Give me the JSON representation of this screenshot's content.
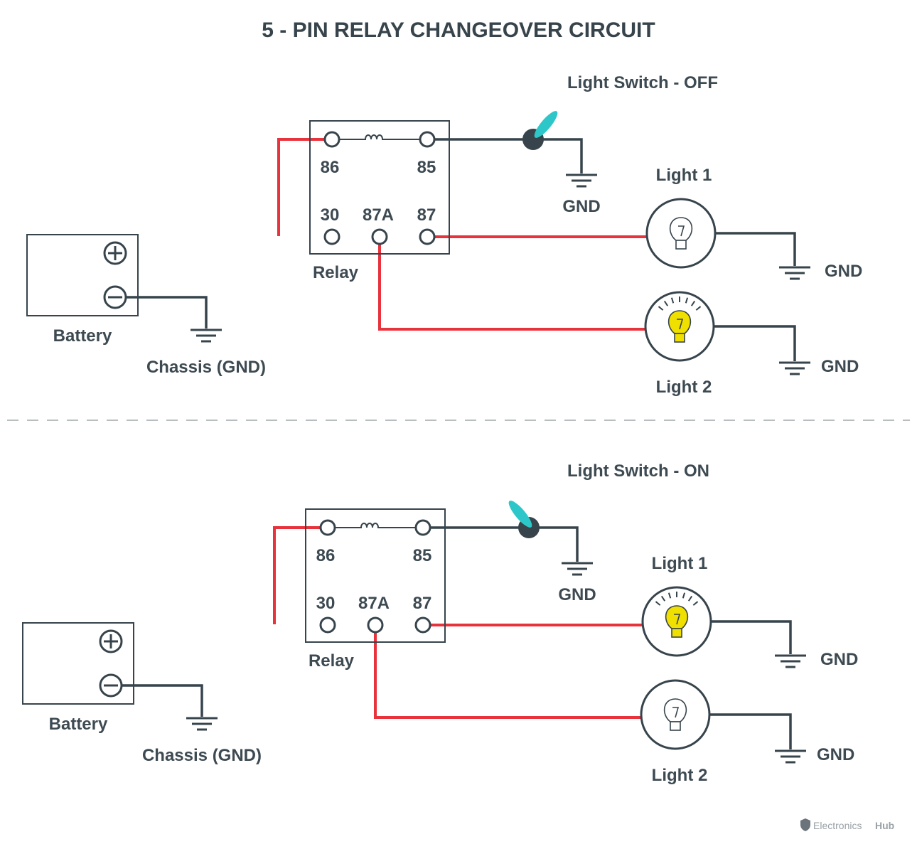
{
  "title": "5 - PIN RELAY CHANGEOVER CIRCUIT",
  "colors": {
    "wire_live": "#e8323c",
    "wire_ground": "#37444c",
    "switch_lever": "#2ec7c9",
    "bulb_on": "#f0e000"
  },
  "top": {
    "switch_label": "Light Switch - OFF",
    "switch_state": "off",
    "relay_label": "Relay",
    "pins": {
      "p86": "86",
      "p85": "85",
      "p30": "30",
      "p87a": "87A",
      "p87": "87"
    },
    "gnd_switch": "GND",
    "light1_label": "Light 1",
    "light1_state": "off",
    "light2_label": "Light 2",
    "light2_state": "on",
    "gnd_light1": "GND",
    "gnd_light2": "GND",
    "battery_label": "Battery",
    "chassis_label": "Chassis (GND)"
  },
  "bottom": {
    "switch_label": "Light Switch - ON",
    "switch_state": "on",
    "relay_label": "Relay",
    "pins": {
      "p86": "86",
      "p85": "85",
      "p30": "30",
      "p87a": "87A",
      "p87": "87"
    },
    "gnd_switch": "GND",
    "light1_label": "Light 1",
    "light1_state": "on",
    "light2_label": "Light 2",
    "light2_state": "off",
    "gnd_light1": "GND",
    "gnd_light2": "GND",
    "battery_label": "Battery",
    "chassis_label": "Chassis (GND)"
  },
  "watermark": {
    "brand_a": "Electronics",
    "brand_b": "Hub"
  }
}
